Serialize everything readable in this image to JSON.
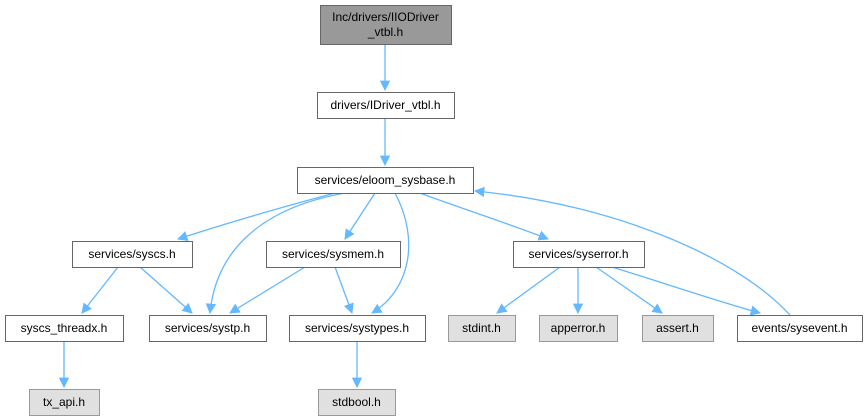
{
  "colors": {
    "edge": "#63b8ff",
    "node_border": "#666666",
    "node_fill": "#ffffff",
    "root_fill": "#999999",
    "system_fill": "#e0e0e0",
    "system_border": "#999999"
  },
  "nodes": [
    {
      "id": "iiodriver",
      "lines": [
        "Inc/drivers/IIODriver",
        "_vtbl.h"
      ],
      "style": "root"
    },
    {
      "id": "idriver",
      "lines": [
        "drivers/IDriver_vtbl.h"
      ],
      "style": "normal"
    },
    {
      "id": "sysbase",
      "lines": [
        "services/eloom_sysbase.h"
      ],
      "style": "normal"
    },
    {
      "id": "syscs",
      "lines": [
        "services/syscs.h"
      ],
      "style": "normal"
    },
    {
      "id": "sysmem",
      "lines": [
        "services/sysmem.h"
      ],
      "style": "normal"
    },
    {
      "id": "syserror",
      "lines": [
        "services/syserror.h"
      ],
      "style": "normal"
    },
    {
      "id": "syscs_threadx",
      "lines": [
        "syscs_threadx.h"
      ],
      "style": "normal"
    },
    {
      "id": "systp",
      "lines": [
        "services/systp.h"
      ],
      "style": "normal"
    },
    {
      "id": "systypes",
      "lines": [
        "services/systypes.h"
      ],
      "style": "normal"
    },
    {
      "id": "stdint",
      "lines": [
        "stdint.h"
      ],
      "style": "system"
    },
    {
      "id": "apperror",
      "lines": [
        "apperror.h"
      ],
      "style": "system"
    },
    {
      "id": "assert",
      "lines": [
        "assert.h"
      ],
      "style": "system"
    },
    {
      "id": "sysevent",
      "lines": [
        "events/sysevent.h"
      ],
      "style": "normal"
    },
    {
      "id": "tx_api",
      "lines": [
        "tx_api.h"
      ],
      "style": "system"
    },
    {
      "id": "stdbool",
      "lines": [
        "stdbool.h"
      ],
      "style": "system"
    }
  ],
  "edges": [
    {
      "from": "iiodriver",
      "to": "idriver"
    },
    {
      "from": "idriver",
      "to": "sysbase"
    },
    {
      "from": "sysbase",
      "to": "syscs"
    },
    {
      "from": "sysbase",
      "to": "systp"
    },
    {
      "from": "sysbase",
      "to": "sysmem"
    },
    {
      "from": "sysbase",
      "to": "systypes"
    },
    {
      "from": "sysbase",
      "to": "syserror"
    },
    {
      "from": "syscs",
      "to": "syscs_threadx"
    },
    {
      "from": "syscs",
      "to": "systp"
    },
    {
      "from": "sysmem",
      "to": "systp"
    },
    {
      "from": "sysmem",
      "to": "systypes"
    },
    {
      "from": "syserror",
      "to": "stdint"
    },
    {
      "from": "syserror",
      "to": "apperror"
    },
    {
      "from": "syserror",
      "to": "assert"
    },
    {
      "from": "syserror",
      "to": "sysevent"
    },
    {
      "from": "sysevent",
      "to": "sysbase"
    },
    {
      "from": "syscs_threadx",
      "to": "tx_api"
    },
    {
      "from": "systypes",
      "to": "stdbool"
    }
  ]
}
